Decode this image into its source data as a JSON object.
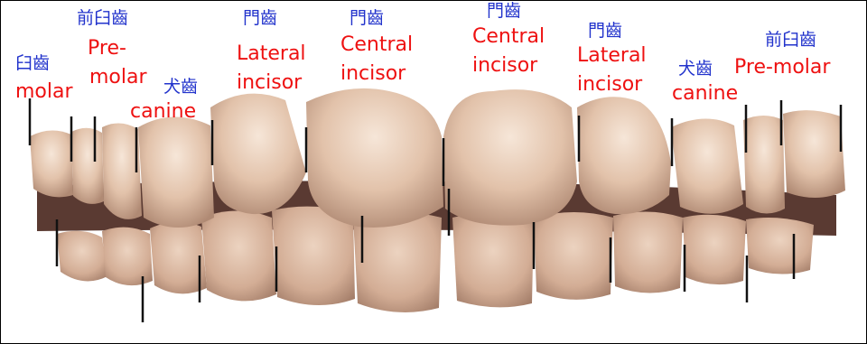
{
  "colors": {
    "chinese_label": "#2233cc",
    "english_label": "#ee1111",
    "divider": "#111111"
  },
  "labels": {
    "r_molar_zh": "臼齒",
    "r_molar_en": "molar",
    "r_premolar_zh": "前臼齒",
    "r_premolar_en_1": "Pre-",
    "r_premolar_en_2": "molar",
    "r_canine_zh": "犬齒",
    "r_canine_en": "canine",
    "r_lateral_zh": "門齒",
    "r_lateral_en_1": "Lateral",
    "r_lateral_en_2": "incisor",
    "r_central_zh": "門齒",
    "r_central_en_1": "Central",
    "r_central_en_2": "incisor",
    "l_central_zh": "門齒",
    "l_central_en_1": "Central",
    "l_central_en_2": "incisor",
    "l_lateral_zh": "門齒",
    "l_lateral_en_1": "Lateral",
    "l_lateral_en_2": "incisor",
    "l_canine_zh": "犬齒",
    "l_canine_en": "canine",
    "l_premolar_zh": "前臼齒",
    "l_premolar_en": "Pre-molar"
  }
}
